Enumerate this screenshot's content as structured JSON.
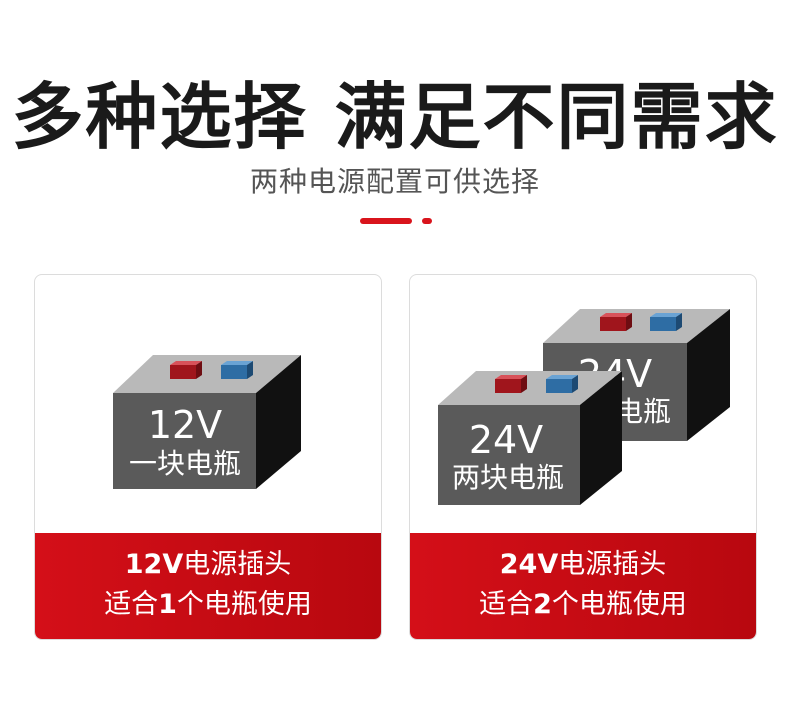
{
  "header": {
    "title": "多种选择 满足不同需求",
    "subtitle": "两种电源配置可供选择"
  },
  "cards": [
    {
      "battery_voltage": "12V",
      "battery_count_label": "一块电瓶",
      "plug_voltage": "12V",
      "plug_label": "电源插头",
      "usage_prefix": "适合",
      "usage_count": "1",
      "usage_suffix": "个电瓶使用"
    },
    {
      "battery_voltage": "24V",
      "battery_count_label": "两块电瓶",
      "plug_voltage": "24V",
      "plug_label": "电源插头",
      "usage_prefix": "适合",
      "usage_count": "2",
      "usage_suffix": "个电瓶使用"
    }
  ],
  "colors": {
    "accent": "#d9141c",
    "battery_body": "#5a5a5a",
    "battery_top": "#b9b9b9",
    "battery_side": "#111111",
    "terminal_positive": "#a0151c",
    "terminal_negative": "#2e6da4"
  }
}
